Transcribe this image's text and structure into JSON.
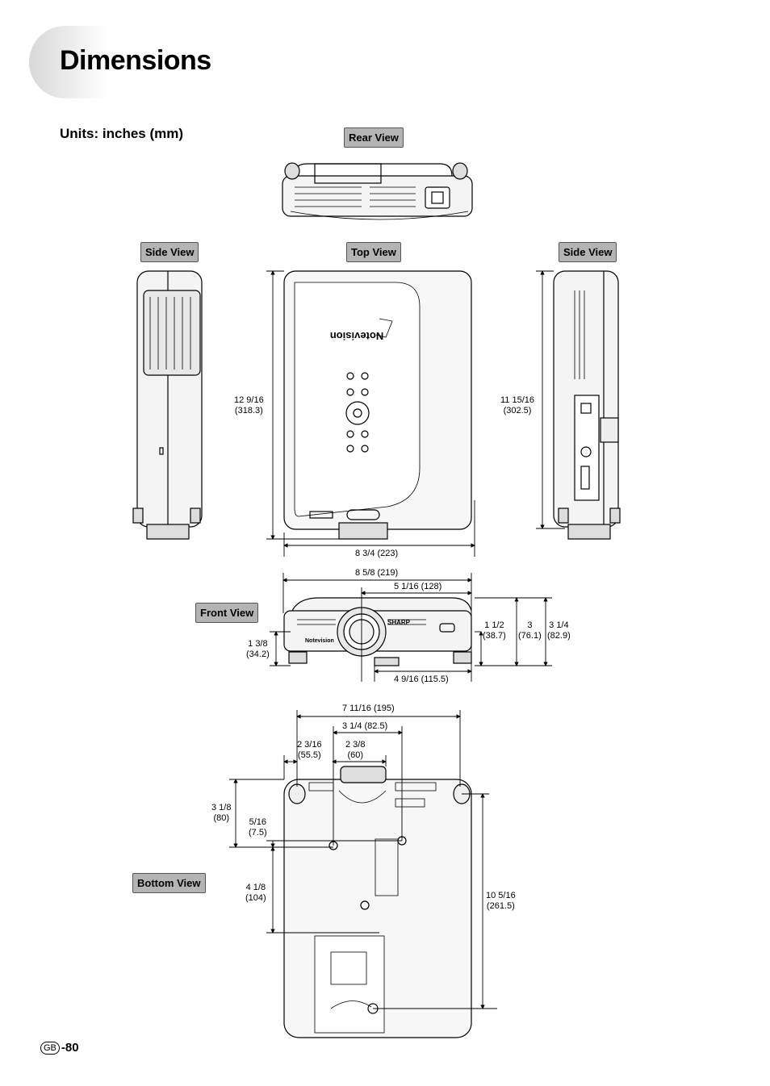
{
  "page": {
    "title": "Dimensions",
    "units": "Units: inches (mm)",
    "page_badge": "GB",
    "page_number": "-80"
  },
  "views": {
    "rear": "Rear View",
    "top": "Top View",
    "side_left": "Side View",
    "side_right": "Side View",
    "front": "Front View",
    "bottom": "Bottom View"
  },
  "dimensions": {
    "top_height": "12 9/16\n(318.3)",
    "side_height": "11 15/16\n(302.5)",
    "top_width": "8 3/4 (223)",
    "front_width": "8 5/8 (219)",
    "front_lens_offset": "5 1/16 (128)",
    "front_lens_height": "1 1/2\n(38.7)",
    "front_height_body": "3\n(76.1)",
    "front_height_total": "3 1/4\n(82.9)",
    "front_foot_height": "1 3/8\n(34.2)",
    "front_bottom_offset": "4 9/16 (115.5)",
    "bottom_width": "7 11/16 (195)",
    "bottom_hole_x": "3 1/4 (82.5)",
    "bottom_left_offset": "2 3/16\n(55.5)",
    "bottom_lens_width": "2 3/8\n(60)",
    "bottom_hole_depth": "3 1/8\n(80)",
    "bottom_small_offset": "5/16\n(7.5)",
    "bottom_hole_spacing": "4 1/8\n(104)",
    "bottom_length": "10 5/16\n(261.5)"
  },
  "device_text": {
    "brand": "SHARP",
    "logo": "Notevision"
  },
  "colors": {
    "label_bg": "#b4b4b4",
    "outline": "#000000"
  }
}
